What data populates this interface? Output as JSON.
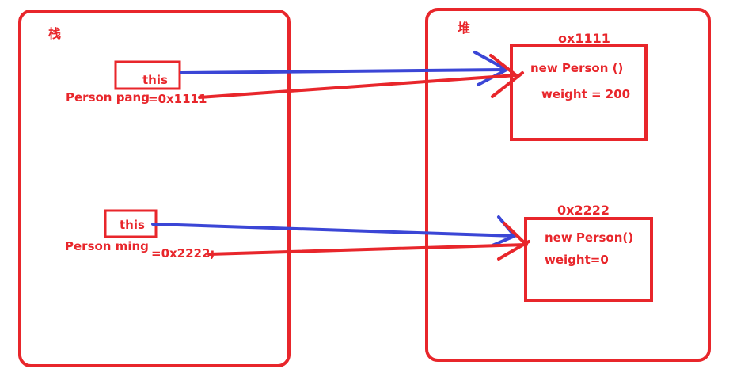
{
  "colors": {
    "red": "#e8262b",
    "blue": "#3b46d6",
    "background": "#ffffff"
  },
  "stack": {
    "title": "栈",
    "frame1": {
      "this_label": "this",
      "var_label": "Person pang",
      "value_label": "=0x1111"
    },
    "frame2": {
      "this_label": "this",
      "var_label": "Person ming",
      "value_label": "=0x2222;"
    }
  },
  "heap": {
    "title": "堆",
    "object1": {
      "address": "ox1111",
      "ctor_label": "new Person  ()",
      "field_label": "weight  =  200"
    },
    "object2": {
      "address": "0x2222",
      "ctor_label": "new Person()",
      "field_label": "weight=0"
    }
  },
  "arrows": [
    {
      "from": "stack-this-1",
      "to": "heap-object-1",
      "color": "blue"
    },
    {
      "from": "stack-value-1",
      "to": "heap-object-1",
      "color": "red"
    },
    {
      "from": "stack-this-2",
      "to": "heap-object-2",
      "color": "blue"
    },
    {
      "from": "stack-value-2",
      "to": "heap-object-2",
      "color": "red"
    }
  ]
}
